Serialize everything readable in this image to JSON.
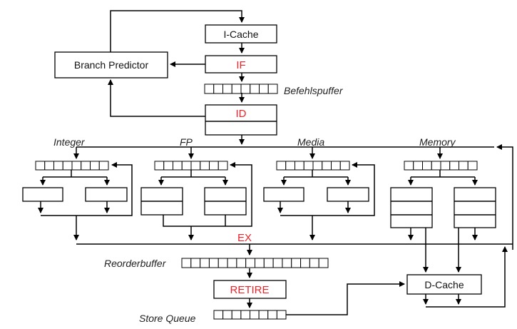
{
  "diagram": {
    "icache": "I-Cache",
    "branch_predictor": "Branch  Predictor",
    "if_stage": "IF",
    "befehlspuffer": "Befehlspuffer",
    "id_stage": "ID",
    "unit_integer": "Integer",
    "unit_fp": "FP",
    "unit_media": "Media",
    "unit_memory": "Memory",
    "ex_stage": "EX",
    "reorderbuffer": "Reorderbuffer",
    "retire": "RETIRE",
    "dcache": "D-Cache",
    "store_queue": "Store Queue"
  },
  "colors": {
    "stage_text": "#e8252a",
    "line": "#000000",
    "background": "#ffffff"
  }
}
